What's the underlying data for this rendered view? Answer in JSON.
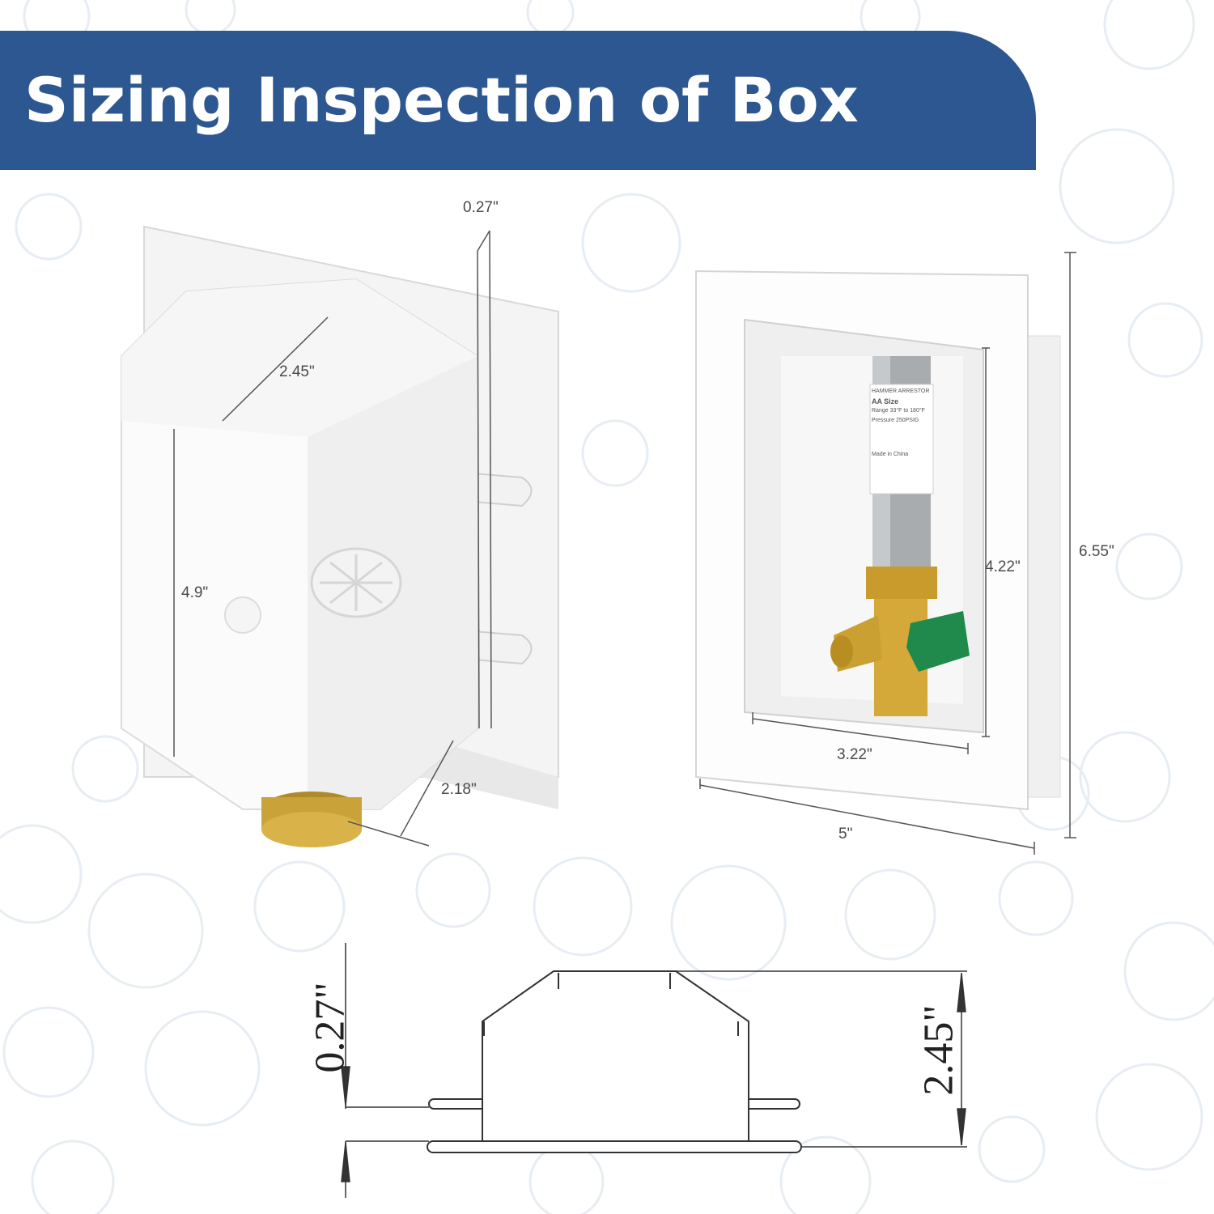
{
  "header": {
    "title": "Sizing Inspection of Box"
  },
  "colors": {
    "banner": "#2d5791",
    "banner_text": "#ffffff",
    "outline": "#333333",
    "brass": "#c9a23a",
    "valve_handle": "#1f8a4c"
  },
  "side_view": {
    "dims": {
      "flange_thickness": "0.27\"",
      "top_depth": "2.45\"",
      "height": "4.9\"",
      "bottom_depth": "2.18\""
    }
  },
  "front_view": {
    "dims": {
      "inner_height": "4.22\"",
      "outer_height": "6.55\"",
      "inner_width": "3.22\"",
      "outer_width": "5\""
    },
    "label_lines": [
      "HAMMER ARRESTOR",
      "AA Size",
      "Range 33°F to 180°F",
      "Pressure 250PSIG",
      "Made in China"
    ]
  },
  "profile_view": {
    "dims": {
      "flange_thickness": "0.27\"",
      "depth": "2.45\""
    }
  }
}
